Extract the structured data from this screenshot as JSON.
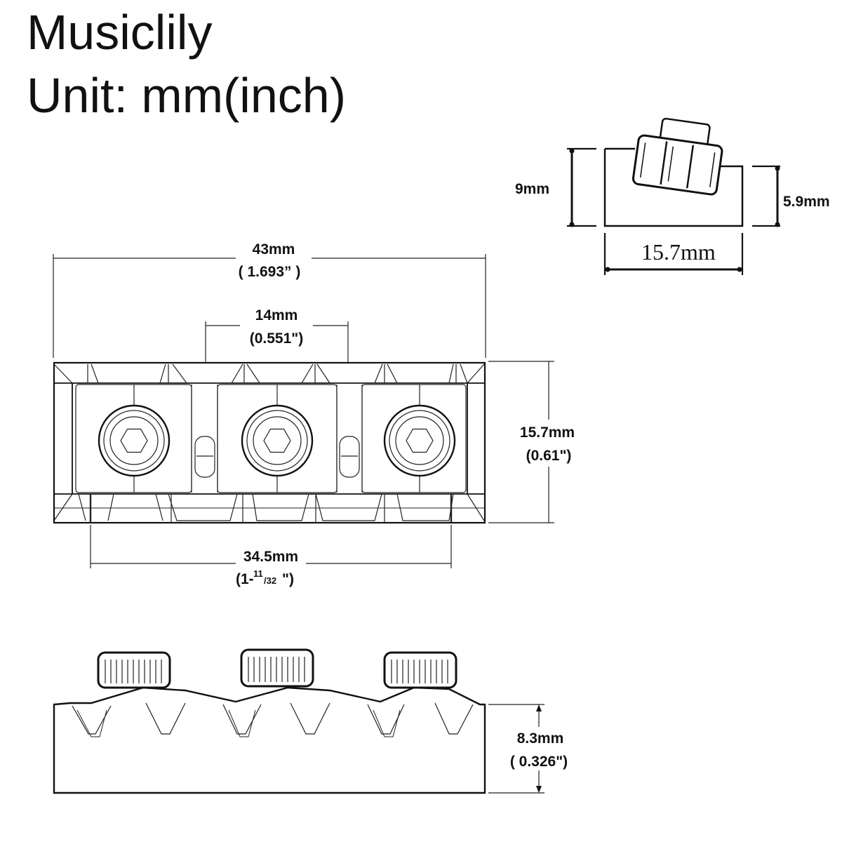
{
  "header": {
    "brand": "Musiclily",
    "unit": "Unit: mm(inch)"
  },
  "side_view": {
    "left_height": "9mm",
    "right_height": "5.9mm",
    "width": "15.7mm"
  },
  "top_view": {
    "overall_length_mm": "43mm",
    "overall_length_in": "( 1.693” )",
    "spacing_mm": "14mm",
    "spacing_in": "(0.551\")",
    "height_mm": "15.7mm",
    "height_in": "(0.61\")",
    "outer_span_mm": "34.5mm",
    "outer_span_in_prefix": "(1-",
    "outer_span_in_num": "11",
    "outer_span_in_den": "/32",
    "outer_span_in_suffix": "\")"
  },
  "front_view": {
    "height_mm": "8.3mm",
    "height_in": "( 0.326\")"
  }
}
